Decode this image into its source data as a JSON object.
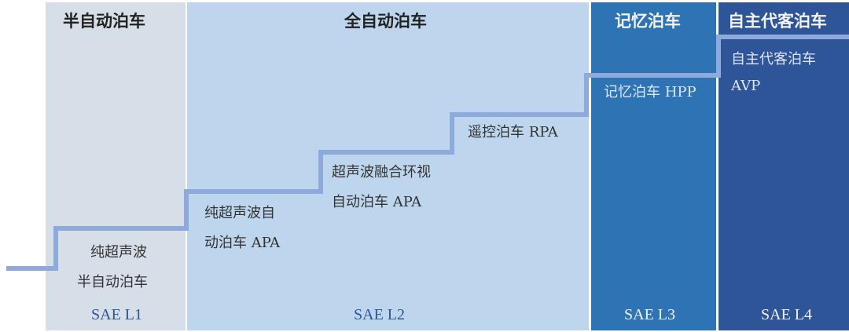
{
  "stages": [
    {
      "header": "半自动泊车",
      "items": [
        {
          "line1": "纯超声波",
          "line2": "半自动泊车"
        }
      ],
      "level": "SAE L1"
    },
    {
      "header": "全自动泊车",
      "items": [
        {
          "line1": "纯超声波自",
          "line2": "动泊车 APA"
        },
        {
          "line1": "超声波融合环视",
          "line2": "自动泊车 APA"
        },
        {
          "line1": "遥控泊车 RPA"
        }
      ],
      "level": "SAE L2"
    },
    {
      "header": "记忆泊车",
      "items": [
        {
          "line1": "记忆泊车 HPP"
        }
      ],
      "level": "SAE L3"
    },
    {
      "header": "自主代客泊车",
      "items": [
        {
          "line1": "自主代客泊车",
          "line2": "AVP"
        }
      ],
      "level": "SAE L4"
    }
  ],
  "colors": {
    "l1": "#d6dee7",
    "l2": "#bdd6ee",
    "l3": "#2e74b5",
    "l4": "#2e5597",
    "step_line": "#8ea9db"
  }
}
